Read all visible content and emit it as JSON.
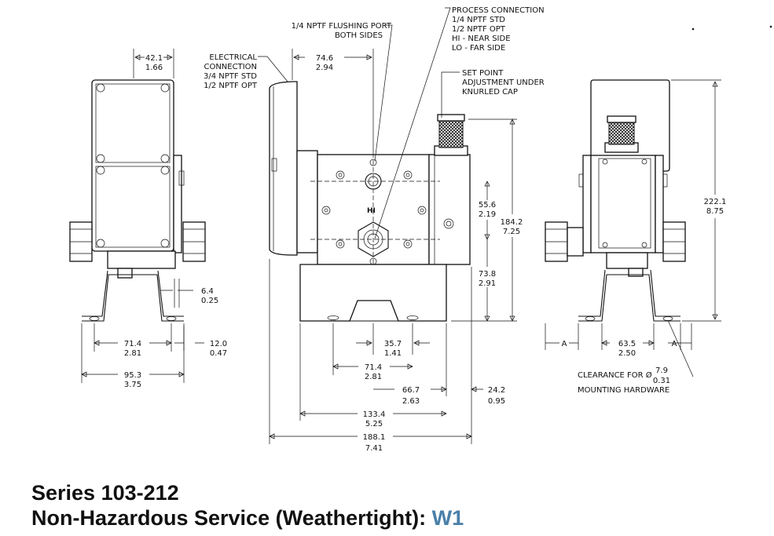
{
  "callouts": {
    "flushing_port": [
      "1/4 NPTF FLUSHING PORT",
      "BOTH SIDES"
    ],
    "electrical": [
      "ELECTRICAL",
      "CONNECTION",
      "3/4 NPTF STD",
      "1/2 NPTF OPT"
    ],
    "process": [
      "PROCESS CONNECTION",
      "1/4 NPTF STD",
      "1/2 NPTF OPT",
      "HI - NEAR SIDE",
      "LO - FAR SIDE"
    ],
    "set_point": [
      "SET POINT",
      "ADJUSTMENT UNDER",
      "KNURLED CAP"
    ],
    "clearance": [
      "CLEARANCE FOR Ø",
      "MOUNTING HARDWARE"
    ],
    "hi_marker": "HI"
  },
  "dimensions": {
    "d_42_1": [
      "42.1",
      "1.66"
    ],
    "d_74_6": [
      "74.6",
      "2.94"
    ],
    "d_6_4": [
      "6.4",
      "0.25"
    ],
    "d_12_0": [
      "12.0",
      "0.47"
    ],
    "d_71_4_left": [
      "71.4",
      "2.81"
    ],
    "d_95_3": [
      "95.3",
      "3.75"
    ],
    "d_55_6": [
      "55.6",
      "2.19"
    ],
    "d_184_2": [
      "184.2",
      "7.25"
    ],
    "d_73_8": [
      "73.8",
      "2.91"
    ],
    "d_35_7": [
      "35.7",
      "1.41"
    ],
    "d_71_4_mid": [
      "71.4",
      "2.81"
    ],
    "d_66_7": [
      "66.7",
      "2.63"
    ],
    "d_24_2": [
      "24.2",
      "0.95"
    ],
    "d_133_4": [
      "133.4",
      "5.25"
    ],
    "d_188_1": [
      "188.1",
      "7.41"
    ],
    "d_222_1": [
      "222.1",
      "8.75"
    ],
    "d_63_5": [
      "63.5",
      "2.50"
    ],
    "d_a_left": "A",
    "d_a_right": "A",
    "d_7_9": [
      "7.9",
      "0.31"
    ]
  },
  "caption": {
    "line1": "Series 103-212",
    "line2_main": "Non-Hazardous Service (Weathertight):",
    "line2_accent": "W1"
  },
  "colors": {
    "accent": "#4a7fa8",
    "ink": "#111111"
  }
}
